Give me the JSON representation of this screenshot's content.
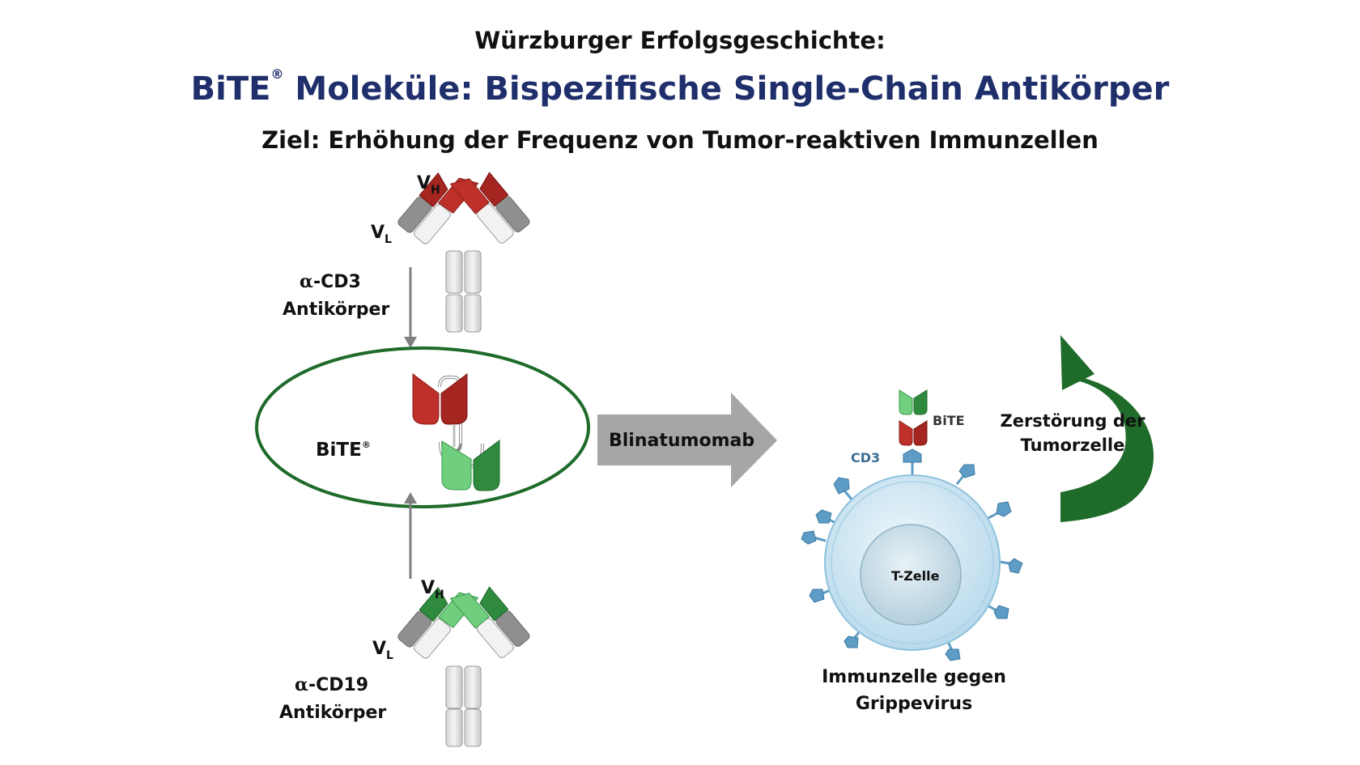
{
  "header": {
    "line1": "Würzburger Erfolgsgeschichte:",
    "line2_brand": "BiTE",
    "line2_mark": "®",
    "line2_rest": " Moleküle: Bispezifische Single-Chain Antikörper",
    "line3": "Ziel: Erhöhung der Frequenz von Tumor-reaktiven Immunzellen"
  },
  "top_antibody": {
    "vh_main": "V",
    "vh_sub": "H",
    "vl_main": "V",
    "vl_sub": "L",
    "alpha": "α",
    "label_line1": "-CD3",
    "label_line2": "Antikörper",
    "color": "#c0302a"
  },
  "bottom_antibody": {
    "vh_main": "V",
    "vh_sub": "H",
    "vl_main": "V",
    "vl_sub": "L",
    "alpha": "α",
    "label_line1": "-CD19",
    "label_line2": "Antikörper",
    "color": "#3a9a4a"
  },
  "bite": {
    "label": "BiTE",
    "mark": "®",
    "ellipse_color": "#1e6b2a"
  },
  "process_arrow": {
    "label": "Blinatumomab",
    "color": "#a6a6a6"
  },
  "cell": {
    "nucleus_label": "T-Zelle",
    "bite_label": "BiTE",
    "cd3_label": "CD3",
    "caption_line1": "Immunzelle gegen",
    "caption_line2": "Grippevirus",
    "cell_color": "#cfe6f3",
    "receptor_color": "#5d9cc4"
  },
  "cycle_arrow": {
    "label_line1": "Zerstörung der",
    "label_line2": "Tumorzelle",
    "color": "#1e6b2a"
  }
}
